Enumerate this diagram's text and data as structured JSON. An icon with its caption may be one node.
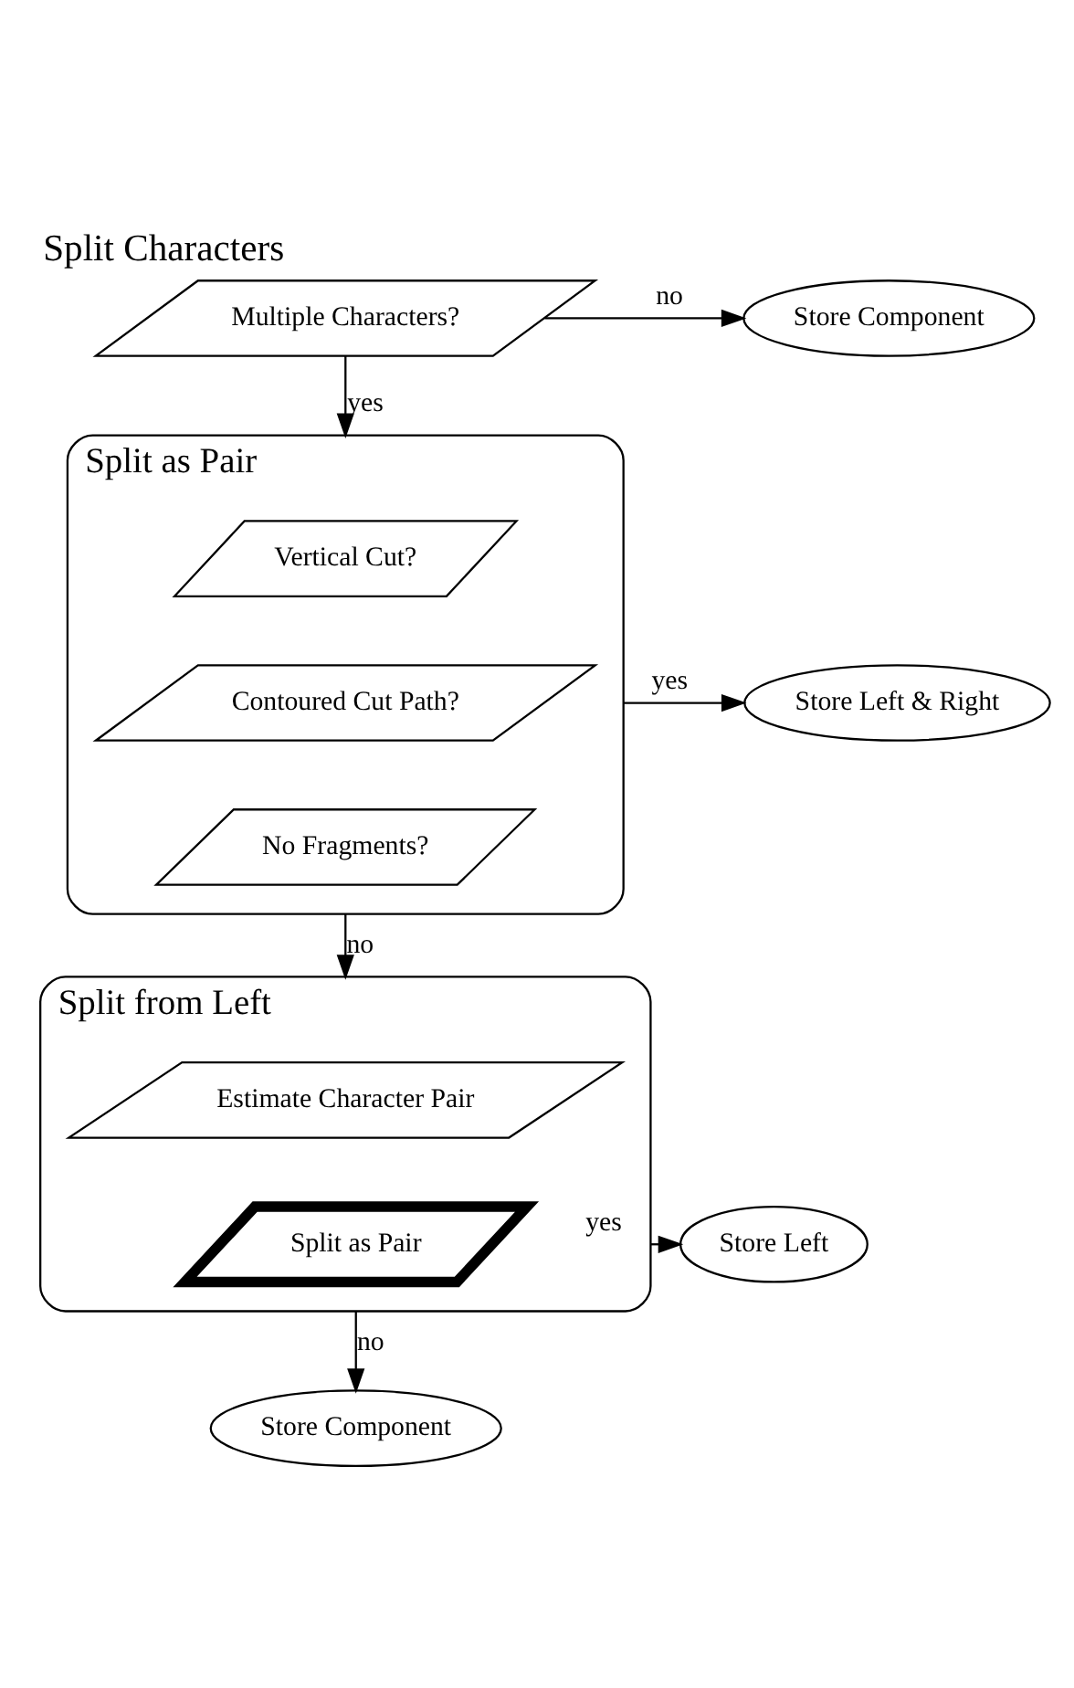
{
  "diagram": {
    "title": "Split Characters",
    "nodes": [
      {
        "text": [
          "Multiple Characters?"
        ]
      },
      {
        "text": [
          "Store Component"
        ]
      },
      {
        "text": [
          "Split as Pair"
        ]
      },
      {
        "text": [
          "Vertical Cut?"
        ],
        "in": 2
      },
      {
        "text": [
          "Contoured Cut Path?"
        ],
        "in": 2
      },
      {
        "text": [
          "No Fragments?"
        ],
        "in": 2
      },
      {
        "text": [
          "Store Left & Right"
        ]
      },
      {
        "text": [
          "Split from Left"
        ]
      },
      {
        "text": [
          "Estimate Character Pair"
        ],
        "in": 7
      },
      {
        "text": [
          "Split as Pair"
        ],
        "in": 7
      },
      {
        "text": [
          "Store Left"
        ]
      },
      {
        "text": [
          "Store Component"
        ]
      }
    ],
    "edges": [
      {
        "from": 0,
        "to": 1,
        "arrow": "to",
        "label": "no"
      },
      {
        "from": 0,
        "to": 2,
        "arrow": "to",
        "label": "yes"
      },
      {
        "from": 2,
        "to": 6,
        "arrow": "to",
        "label": "yes"
      },
      {
        "from": 2,
        "to": 7,
        "arrow": "to",
        "label": "no"
      },
      {
        "from": 7,
        "to": 10,
        "arrow": "to",
        "label": "yes"
      },
      {
        "from": 7,
        "to": 11,
        "arrow": "to",
        "label": "no"
      }
    ]
  }
}
